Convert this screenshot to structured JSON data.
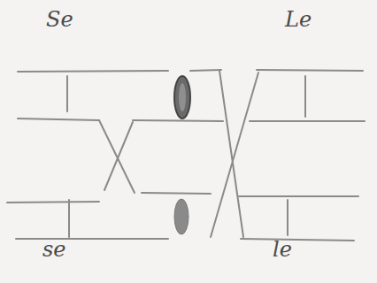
{
  "diagram": {
    "labels": [
      "Se",
      "Le",
      "se",
      "le"
    ]
  }
}
